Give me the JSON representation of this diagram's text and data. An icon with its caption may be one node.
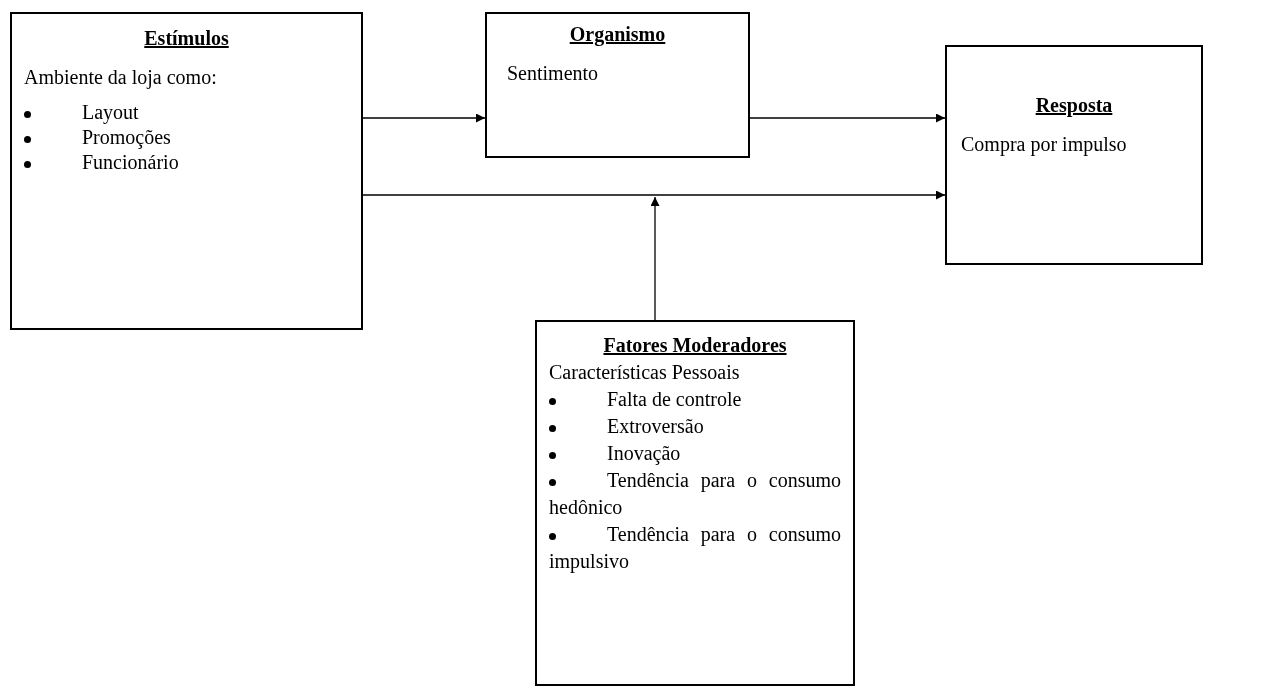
{
  "diagram": {
    "nodes": [
      {
        "text": [
          "Estímulos",
          "Ambiente da loja como:",
          "Layout",
          "Promoções",
          "Funcionário"
        ]
      },
      {
        "text": [
          "Organismo",
          "Sentimento"
        ]
      },
      {
        "text": [
          "Resposta",
          "Compra por impulso"
        ]
      },
      {
        "text": [
          "Fatores Moderadores",
          "Características Pessoais",
          "Falta de controle",
          "Extroversão",
          "Inovação",
          "Tendência para o consumo hedônico",
          "Tendência para o consumo impulsivo"
        ]
      }
    ],
    "edges": [
      {
        "from": 0,
        "to": 1,
        "arrow": "to"
      },
      {
        "from": 1,
        "to": 2,
        "arrow": "to"
      },
      {
        "from": 0,
        "to": 2,
        "arrow": "to"
      },
      {
        "from": 3,
        "to": null,
        "arrow": "to"
      }
    ]
  }
}
